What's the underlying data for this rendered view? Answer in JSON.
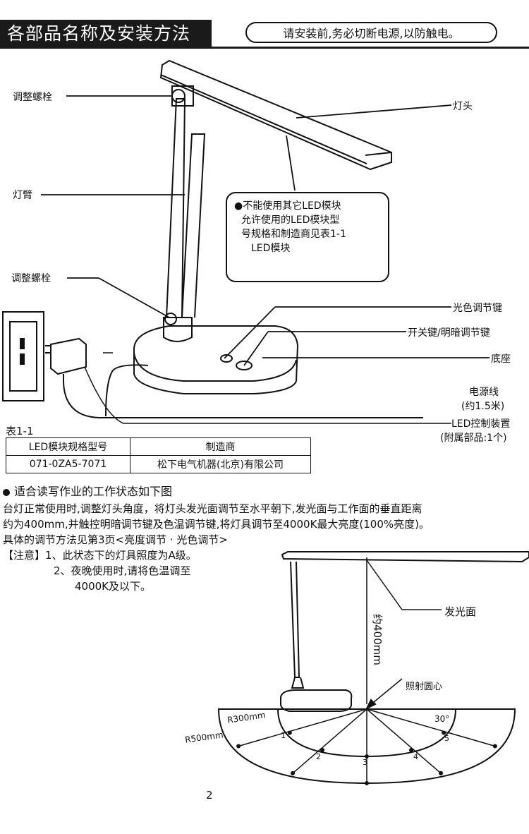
{
  "header": {
    "title": "各部品名称及安装方法",
    "warning": "请安装前,务必切断电源,以防触电。"
  },
  "labels": {
    "adjust_bolt_top": "调整螺栓",
    "lamp_head": "灯头",
    "lamp_arm": "灯臂",
    "adjust_bolt_bottom": "调整螺栓",
    "color_key": "光色调节键",
    "switch_key": "开关键/明暗调节键",
    "base": "底座",
    "power_cord": "电源线",
    "power_cord_len": "(约1.5米)",
    "controller": "LED控制装置",
    "controller_note": "(附属部品:1个)",
    "led_module": "LED模块"
  },
  "note_box": {
    "line1": "●不能使用其它LED模块",
    "line2": "允许使用的LED模块型",
    "line3": "号规格和制造商见表1-1"
  },
  "table": {
    "caption": "表1-1",
    "headers": [
      "LED模块规格型号",
      "制造商"
    ],
    "rows": [
      [
        "071-0ZA5-7071",
        "松下电气机器(北京)有限公司"
      ]
    ]
  },
  "section": {
    "heading": "适合读写作业的工作状态如下图",
    "para1": "台灯正常使用时,调整灯头角度，将灯头发光面调节至水平朝下,发光面与工作面的垂直距离",
    "para2": "约为400mm,并触控明暗调节键及色温调节键,将灯具调节至4000K最大亮度(100%亮度)。",
    "para3": "具体的调节方法见第3页<亮度调节 · 光色调节>",
    "note1": "【注意】1、此状态下的灯具照度为A级。",
    "note2": "2、夜晚使用时,请将色温调至",
    "note3": "4000K及以下。"
  },
  "diagram2": {
    "emit_face": "发光面",
    "distance": "约400mm",
    "center": "照射圆心",
    "r300": "R300mm",
    "r500": "R500mm",
    "angle": "30°",
    "points": [
      "1",
      "2",
      "3",
      "4",
      "5"
    ]
  },
  "page_number": "2"
}
